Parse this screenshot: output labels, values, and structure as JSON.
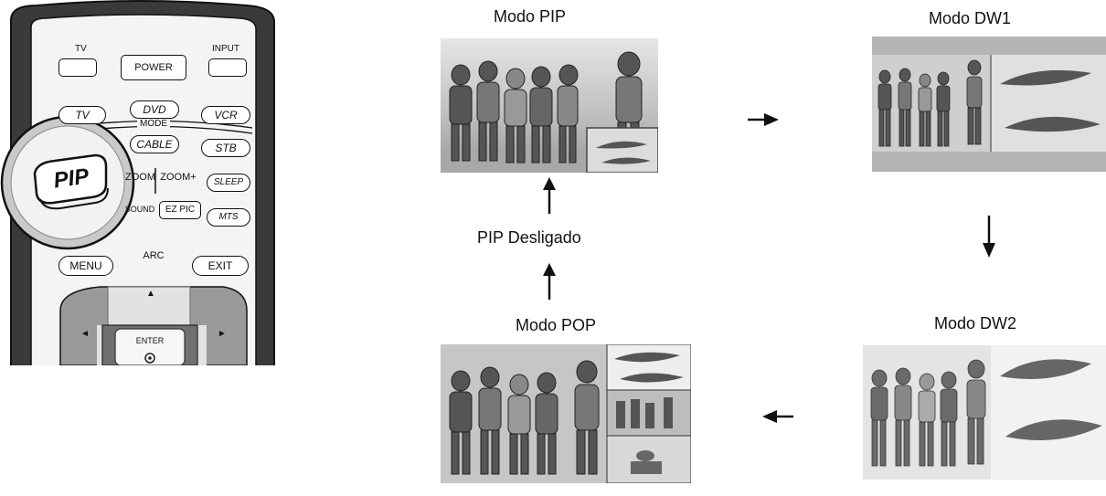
{
  "remote": {
    "tv_top": "TV",
    "power": "POWER",
    "input": "INPUT",
    "tv": "TV",
    "dvd": "DVD",
    "vcr": "VCR",
    "mode": "MODE",
    "cable": "CABLE",
    "stb": "STB",
    "pip": "PIP",
    "zoom_minus": "ZOOM-",
    "zoom_plus": "ZOOM+",
    "sleep": "SLEEP",
    "sound": "SOUND",
    "ezpic": "EZ PIC",
    "mts": "MTS",
    "menu": "MENU",
    "arc": "ARC",
    "exit": "EXIT",
    "enter": "ENTER",
    "up": "▲",
    "left": "◄",
    "right": "►"
  },
  "modes": {
    "pip": "Modo PIP",
    "dw1": "Modo DW1",
    "dw2": "Modo DW2",
    "pop": "Modo POP",
    "off": "PIP Desligado"
  }
}
